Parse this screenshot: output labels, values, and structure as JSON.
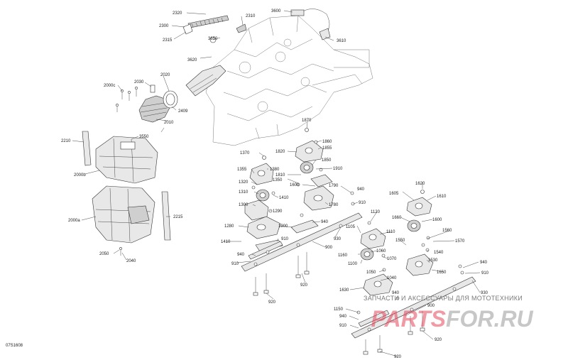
{
  "diagram_code": "07S1608",
  "watermark": {
    "tagline": "ЗАПЧАСТИ И АКСЕССУАРЫ ДЛЯ МОТОТЕХНИКИ",
    "brand_a": "PARTS",
    "brand_b": "FOR.RU"
  },
  "callouts": {
    "c2320": "2320",
    "c2310": "2310",
    "c2300": "2300",
    "c2315": "2315",
    "c3650": "3650",
    "c3620": "3620",
    "c3600": "3600",
    "c3610": "3610",
    "c2000c": "2000c",
    "c2030": "2030",
    "c2020": "2020",
    "c2409": "2409",
    "c2010": "2010",
    "c3550": "3550",
    "c2210": "2210",
    "c2000b": "2000b",
    "c2000a": "2000a",
    "c2215": "2215",
    "c2050": "2050",
    "c2040": "2040",
    "c1870": "1870",
    "c1860": "1860",
    "c1855": "1855",
    "c1370": "1370",
    "c1820": "1820",
    "c1850": "1850",
    "c1910": "1910",
    "c1355": "1355",
    "c1380": "1380",
    "c1810": "1810",
    "c1350": "1350",
    "c1320": "1320",
    "c1600": "1600",
    "c1790": "1790",
    "c1310": "1310",
    "c1410": "1410",
    "c1300": "1300",
    "c1780": "1780",
    "c1290": "1290",
    "c940a": "940",
    "c910a": "910",
    "c1280": "1280",
    "c1900": "1900",
    "c940b": "940",
    "c930a": "930",
    "c1410b": "1410",
    "c910b": "910",
    "c900a": "900",
    "c940c": "940",
    "c910c": "910",
    "c920a": "920",
    "c920b": "920",
    "c1620": "1620",
    "c1605": "1605",
    "c1610": "1610",
    "c1120": "1120",
    "c1660": "1660",
    "c1600b": "1600",
    "c1105": "1105",
    "c1110": "1110",
    "c1560": "1560",
    "c1570": "1570",
    "c1550": "1550",
    "c1540": "1540",
    "c1160": "1160",
    "c1060": "1060",
    "c1070": "1070",
    "c1530": "1530",
    "c1100": "1100",
    "c1050": "1050",
    "c1040": "1040",
    "c940d": "940",
    "c1650": "1650",
    "c910d": "910",
    "c1630": "1630",
    "c930b": "930",
    "c940e": "940",
    "c1150": "1150",
    "c900b": "900",
    "c940f": "940",
    "c910e": "910",
    "c920c": "920",
    "c920d": "920"
  }
}
